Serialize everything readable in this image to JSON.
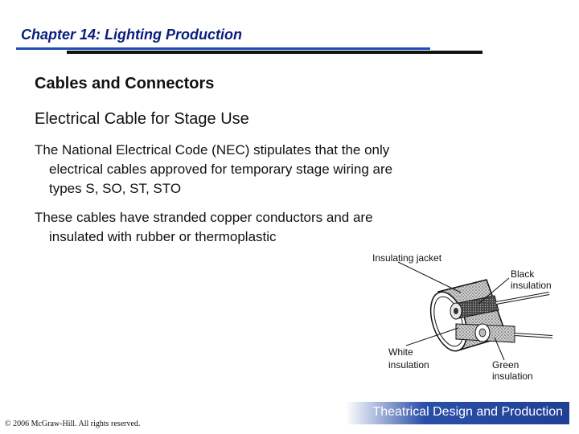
{
  "header": {
    "chapter_title": "Chapter 14:  Lighting Production"
  },
  "main": {
    "heading": "Cables and Connectors",
    "subheading": "Electrical Cable for Stage Use",
    "paragraph1": {
      "line1": "The National Electrical Code (NEC) stipulates that the only",
      "line2": "electrical cables approved for temporary stage wiring are",
      "line3": "types S, SO, ST, STO"
    },
    "paragraph2": {
      "line1": "These cables have stranded copper conductors and are",
      "line2": "insulated with rubber or thermoplastic"
    }
  },
  "diagram": {
    "label_jacket": "Insulating jacket",
    "label_black_1": "Black",
    "label_black_2": "insulation",
    "label_white_1": "White",
    "label_white_2": "insulation",
    "label_green_1": "Green",
    "label_green_2": "insulation"
  },
  "footer": {
    "book_title": "Theatrical Design and Production",
    "copyright": "© 2006 McGraw-Hill. All rights reserved."
  },
  "colors": {
    "title_blue": "#0a1f7a",
    "rule_blue": "#1f4db8",
    "footer_blue": "#1f3f95"
  }
}
